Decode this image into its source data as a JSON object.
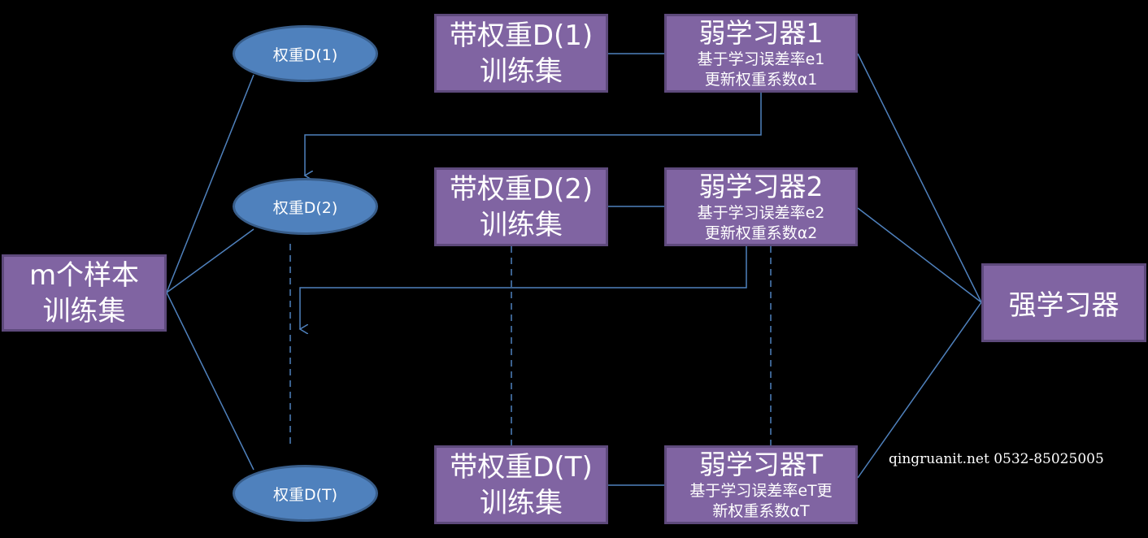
{
  "colors": {
    "box_fill": "#8064A2",
    "box_border": "#5E4A7C",
    "ellipse_fill": "#4F81BD",
    "ellipse_border": "#385D8A",
    "line": "#4F81BD",
    "background": "#000000"
  },
  "samples": {
    "line1": "m个样本",
    "line2": "训练集"
  },
  "weights": [
    {
      "label": "权重D(1)"
    },
    {
      "label": "权重D(2)"
    },
    {
      "label": "权重D(T)"
    }
  ],
  "weighted_sets": [
    {
      "line1": "带权重D(1)",
      "line2": "训练集"
    },
    {
      "line1": "带权重D(2)",
      "line2": "训练集"
    },
    {
      "line1": "带权重D(T)",
      "line2": "训练集"
    }
  ],
  "weak_learners": [
    {
      "title": "弱学习器1",
      "line1": "基于学习误差率e1",
      "line2": "更新权重系数α1"
    },
    {
      "title": "弱学习器2",
      "line1": "基于学习误差率e2",
      "line2": "更新权重系数α2"
    },
    {
      "title": "弱学习器T",
      "line1": "基于学习误差率eT更",
      "line2": "新权重系数αT"
    }
  ],
  "strong_learner": {
    "label": "强学习器"
  },
  "watermark": "qingruanit.net 0532-85025005"
}
